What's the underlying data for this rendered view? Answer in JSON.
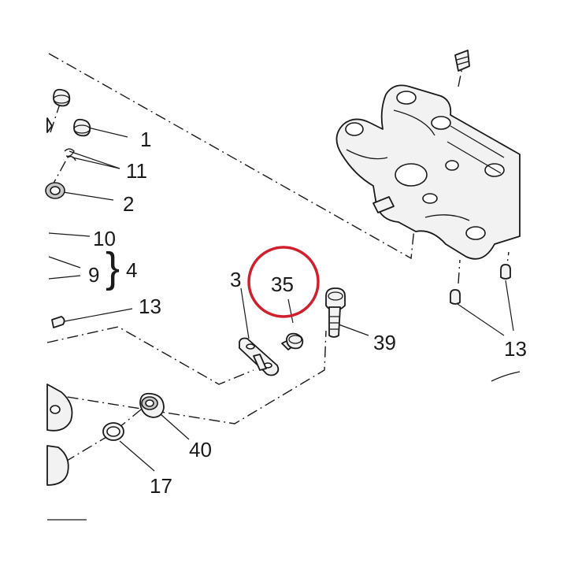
{
  "diagram": {
    "highlight_color": "#d0202e",
    "line_color": "#1a1a1a",
    "callouts": {
      "c1": "1",
      "c11": "11",
      "c2": "2",
      "c10": "10",
      "c9": "9",
      "c4": "4",
      "c13a": "13",
      "c3": "3",
      "c35": "35",
      "c39": "39",
      "c40": "40",
      "c17": "17",
      "c13b": "13"
    },
    "highlighted_callout": "35"
  }
}
